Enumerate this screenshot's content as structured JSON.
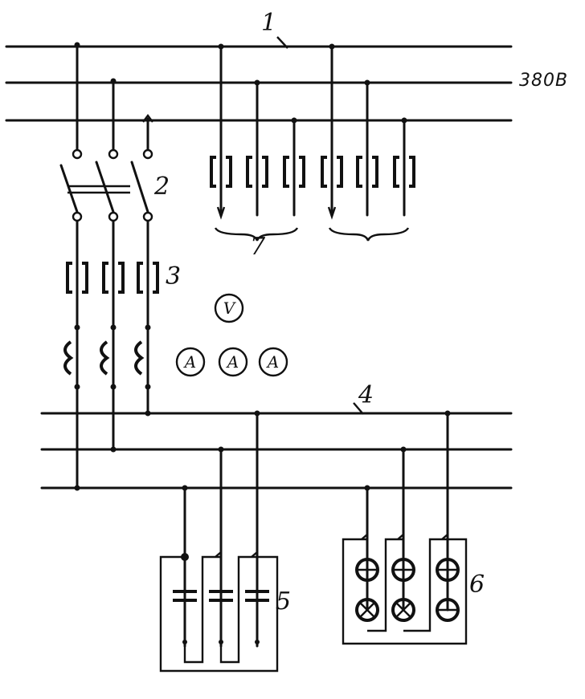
{
  "labels": {
    "bus_top": "1",
    "voltage": "380В",
    "switch": "2",
    "fuses": "3",
    "bus_bottom": "4",
    "capacitors": "5",
    "lamps": "6",
    "feeder_fuses": "7"
  },
  "meters": {
    "voltmeter": "V",
    "ammeters": [
      "A",
      "A",
      "A"
    ]
  },
  "colors": {
    "ink": "#111111",
    "background": "#ffffff"
  }
}
